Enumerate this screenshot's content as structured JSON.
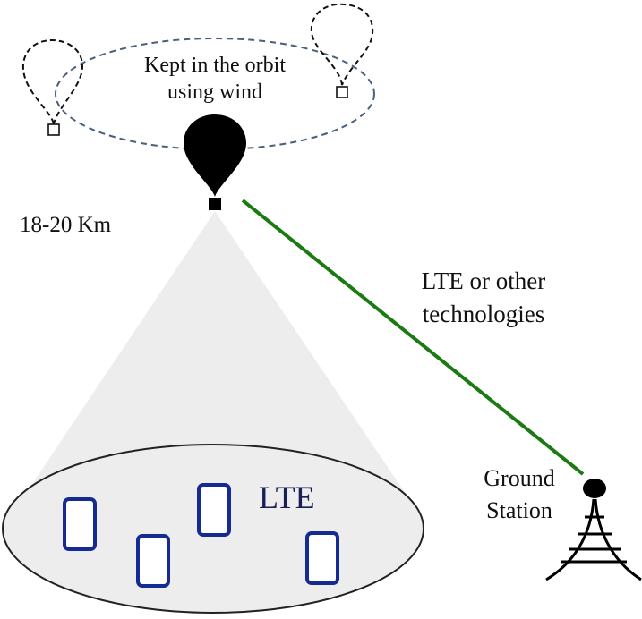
{
  "orbit_label": {
    "line1": "Kept in the orbit",
    "line2": "using wind"
  },
  "altitude_label": "18-20 Km",
  "link_label": {
    "line1": "LTE or other",
    "line2": "technologies"
  },
  "coverage_label": "LTE",
  "ground_station_label": {
    "line1": "Ground",
    "line2": "Station"
  },
  "colors": {
    "link": "#1b7a12",
    "phone": "#152a92",
    "orbit": "#4a5f7f",
    "cone": "#ededed",
    "balloon": "#000000"
  },
  "icons": [
    "balloon-icon",
    "phone-icon",
    "ground-station-tower-icon"
  ]
}
